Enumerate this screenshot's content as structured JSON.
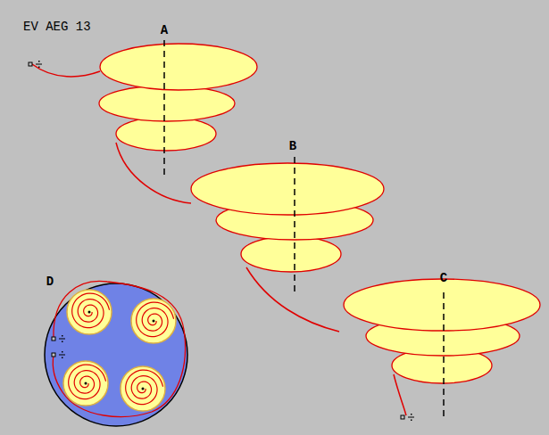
{
  "diagram": {
    "title": "EV AEG 13",
    "labels": [
      "A",
      "B",
      "C",
      "D"
    ]
  }
}
